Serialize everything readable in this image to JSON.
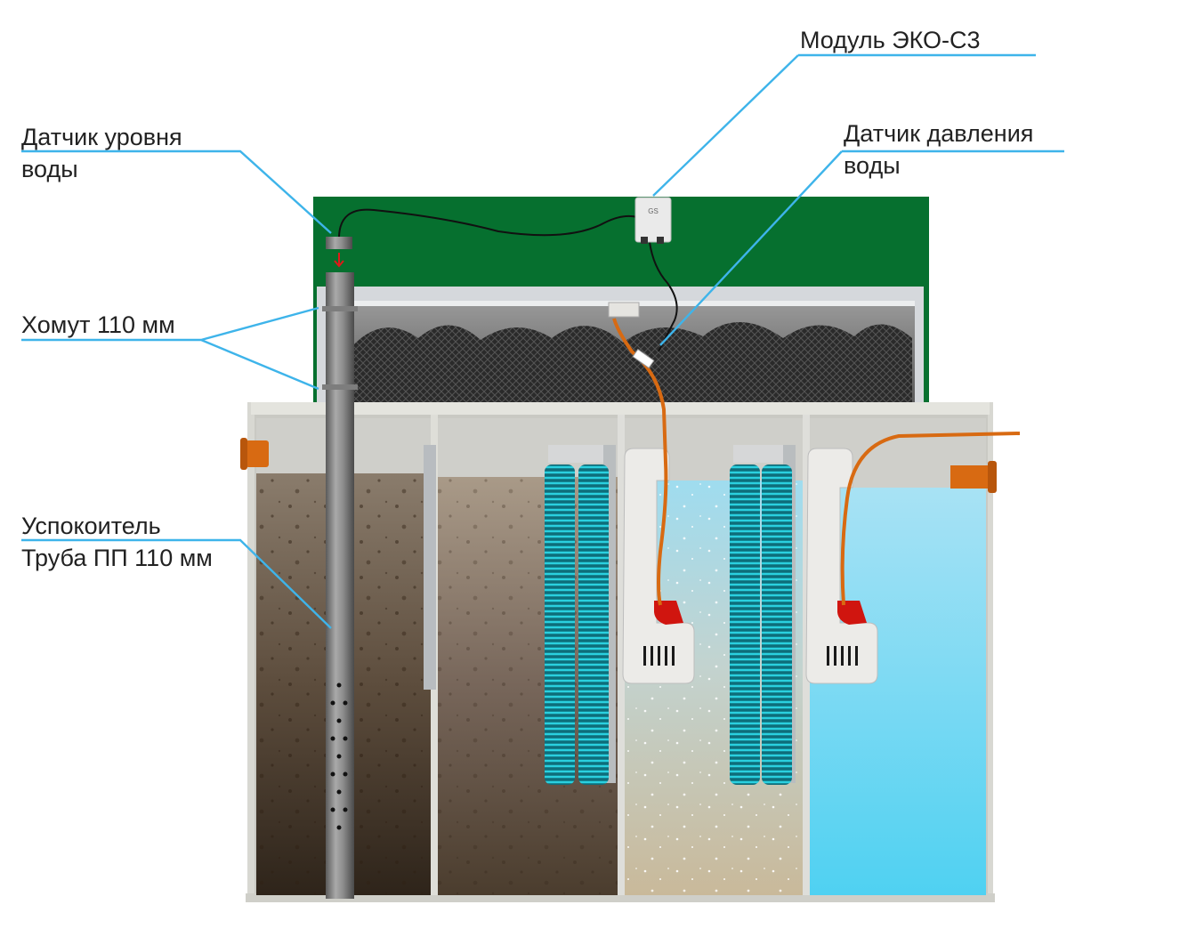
{
  "labels": {
    "module": {
      "lines": [
        "Модуль ЭКО-С3"
      ]
    },
    "level_sensor": {
      "lines": [
        "Датчик уровня",
        "воды"
      ]
    },
    "pressure_sensor": {
      "lines": [
        "Датчик давления",
        "воды"
      ]
    },
    "clamp": {
      "lines": [
        "Хомут 110 мм"
      ]
    },
    "stabilizer": {
      "lines": [
        "Успокоитель",
        "Труба ПП 110 мм"
      ]
    }
  },
  "module_logo": "GS",
  "colors": {
    "leader_line": "#3eb4ea",
    "text": "#222222",
    "green_panel": "#06702f",
    "tank_wall": "#d8d8d2",
    "orange_pipe": "#d86a12",
    "brush": "#1fb5c4",
    "sludge": "#6e5f50",
    "clean_water": "#5fd0f2",
    "pump_red": "#d0150f"
  },
  "chambers": [
    {
      "name": "sludge-chamber",
      "water_top": "#8a7c6c",
      "water_bottom": "#2e241a"
    },
    {
      "name": "settling-chamber",
      "water_top": "#a99a88",
      "water_bottom": "#4b3d2e"
    },
    {
      "name": "aeration-chamber",
      "water_top": "#9fdcef",
      "water_bottom": "#c9b99a"
    },
    {
      "name": "clean-water-chamber",
      "water_top": "#a8e2f4",
      "water_bottom": "#4fd1f2"
    }
  ]
}
